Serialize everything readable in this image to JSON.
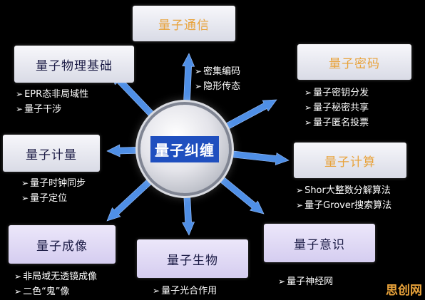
{
  "center": {
    "label": "量子纠缠"
  },
  "topics": {
    "communication": {
      "title": "量子通信",
      "bullets": [
        "密集编码",
        "隐形传态"
      ]
    },
    "basics": {
      "title": "量子物理基础",
      "bullets": [
        "EPR态非局域性",
        "量子干涉"
      ]
    },
    "cryptography": {
      "title": "量子密码",
      "bullets": [
        "量子密钥分发",
        "量子秘密共享",
        "量子匿名投票"
      ]
    },
    "metrology": {
      "title": "量子计量",
      "bullets": [
        "量子时钟同步",
        "量子定位"
      ]
    },
    "computing": {
      "title": "量子计算",
      "bullets": [
        "Shor大整数分解算法",
        "量子Grover搜索算法"
      ]
    },
    "imaging": {
      "title": "量子成像",
      "bullets": [
        "非局域无透镜成像",
        "二色“鬼”像"
      ]
    },
    "biology": {
      "title": "量子生物",
      "bullets": [
        "量子光合作用"
      ]
    },
    "consciousness": {
      "title": "量子意识",
      "bullets": [
        "量子神经网"
      ]
    }
  },
  "watermark": "思创网",
  "colors": {
    "arrow": "#4f8fe6",
    "hub_label_bg": "#1f4fbf",
    "title_dark": "#1a1a44",
    "title_orange": "#e8a23a"
  }
}
